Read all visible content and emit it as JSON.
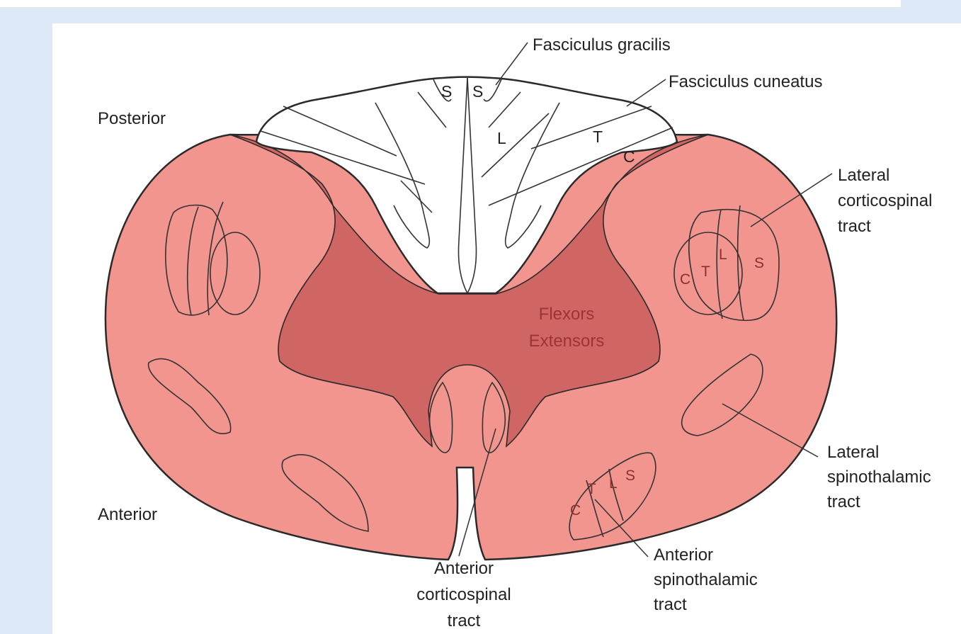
{
  "labels": {
    "fasciculus_gracilis": "Fasciculus gracilis",
    "fasciculus_cuneatus": "Fasciculus cuneatus",
    "posterior": "Posterior",
    "anterior": "Anterior",
    "lateral_corticospinal": [
      "Lateral",
      "corticospinal",
      "tract"
    ],
    "lateral_spinothalamic": [
      "Lateral",
      "spinothalamic",
      "tract"
    ],
    "anterior_spinothalamic": [
      "Anterior",
      "spinothalamic",
      "tract"
    ],
    "anterior_corticospinal": [
      "Anterior",
      "corticospinal",
      "tract"
    ],
    "flexors": "Flexors",
    "extensors": "Extensors"
  },
  "segments": {
    "gracilis_left": "S",
    "gracilis_right": "S",
    "gracilis_L": "L",
    "cuneatus_T": "T",
    "cuneatus_C": "C",
    "lat_cst": [
      "C",
      "T",
      "L",
      "S"
    ],
    "ant_stt": [
      "C",
      "T",
      "L",
      "S"
    ]
  },
  "colors": {
    "white_matter": "#f3958f",
    "gray_matter": "#cf6663",
    "dorsal_columns": "#ffffff",
    "outline": "#2a2a2a",
    "background": "#dde9f7"
  }
}
